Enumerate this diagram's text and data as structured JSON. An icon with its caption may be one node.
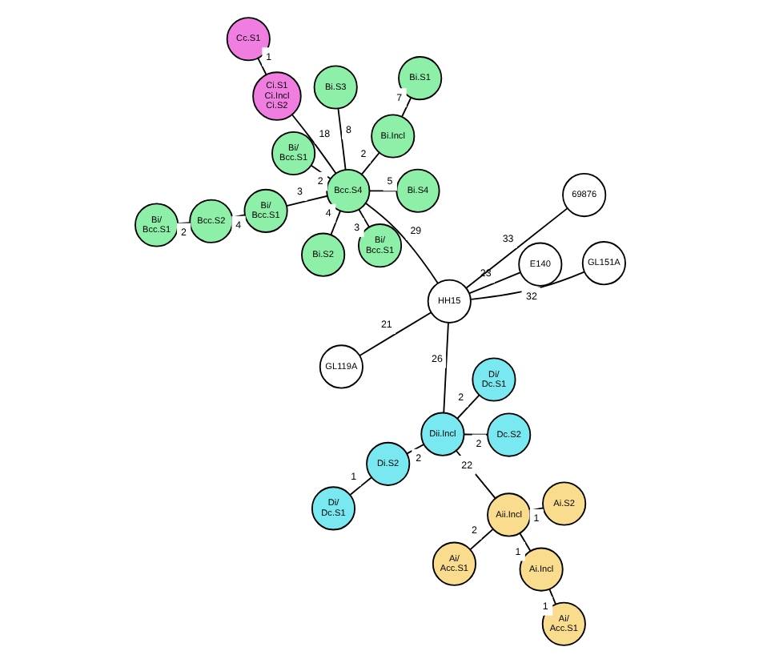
{
  "diagram": {
    "nodes": [
      {
        "text": [
          "Ai/ Acc.S1"
        ]
      },
      {
        "text": [
          "Ai.Incl"
        ]
      },
      {
        "text": [
          "Ai/ Acc.S1"
        ]
      },
      {
        "text": [
          "Aii.Incl"
        ]
      },
      {
        "text": [
          "Ai.S2"
        ]
      },
      {
        "text": [
          "Di/ Dc.S1"
        ]
      },
      {
        "text": [
          "Di.S2"
        ]
      },
      {
        "text": [
          "Di/ Dc.S1"
        ]
      },
      {
        "text": [
          "Dii.Incl"
        ]
      },
      {
        "text": [
          "Dc.S2"
        ]
      },
      {
        "text": [
          "Cc.S1"
        ]
      },
      {
        "text": [
          "Ci.S1",
          "Ci.Incl",
          "Ci.S2"
        ]
      },
      {
        "text": [
          "E140"
        ]
      },
      {
        "text": [
          "HH15"
        ]
      },
      {
        "text": [
          "69876"
        ]
      },
      {
        "text": [
          "Bi/ Bcc.S1"
        ]
      },
      {
        "text": [
          "Bcc.S2"
        ]
      },
      {
        "text": [
          "Bi/ Bcc.S1"
        ]
      },
      {
        "text": [
          "Bi/ Bcc.S1"
        ]
      },
      {
        "text": [
          "Bcc.S4"
        ]
      },
      {
        "text": [
          "Bi/ Bcc.S1"
        ]
      },
      {
        "text": [
          "GL119A"
        ]
      },
      {
        "text": [
          "Bi.S4"
        ]
      },
      {
        "text": [
          "Bi.Incl"
        ]
      },
      {
        "text": [
          "Bi.S3"
        ]
      },
      {
        "text": [
          "Bi.S2"
        ]
      },
      {
        "text": [
          "GL151A"
        ]
      },
      {
        "text": [
          "Bi.S1"
        ]
      }
    ],
    "edges": [
      {
        "from": 2,
        "to": 1,
        "arrow": "none",
        "label": "1"
      },
      {
        "from": 1,
        "to": 3,
        "arrow": "none",
        "label": "1"
      },
      {
        "from": 0,
        "to": 3,
        "arrow": "none",
        "label": "2"
      },
      {
        "from": 3,
        "to": 4,
        "arrow": "none",
        "label": "1"
      },
      {
        "from": 3,
        "to": 8,
        "arrow": "none",
        "label": "22"
      },
      {
        "from": 5,
        "to": 6,
        "arrow": "none",
        "label": "1"
      },
      {
        "from": 6,
        "to": 8,
        "arrow": "none",
        "label": "2"
      },
      {
        "from": 7,
        "to": 8,
        "arrow": "none",
        "label": "2"
      },
      {
        "from": 8,
        "to": 9,
        "arrow": "none",
        "label": "2"
      },
      {
        "from": 8,
        "to": 13,
        "arrow": "none",
        "label": "26"
      },
      {
        "from": 10,
        "to": 11,
        "arrow": "none",
        "label": "1"
      },
      {
        "from": 11,
        "to": 19,
        "arrow": "none",
        "label": "18"
      },
      {
        "from": 12,
        "to": 13,
        "arrow": "none",
        "label": "23"
      },
      {
        "from": 14,
        "to": 13,
        "arrow": "none",
        "label": "33"
      },
      {
        "from": 13,
        "to": 19,
        "arrow": "none",
        "label": "29"
      },
      {
        "from": 13,
        "to": 21,
        "arrow": "none",
        "label": "21"
      },
      {
        "from": 13,
        "to": 26,
        "arrow": "none",
        "label": "32"
      },
      {
        "from": 15,
        "to": 19,
        "arrow": "none",
        "label": "3"
      },
      {
        "from": 19,
        "to": 17,
        "arrow": "none",
        "label": "3"
      },
      {
        "from": 17,
        "to": 16,
        "arrow": "none",
        "label": "4"
      },
      {
        "from": 16,
        "to": 20,
        "arrow": "none",
        "label": "2"
      },
      {
        "from": 18,
        "to": 19,
        "arrow": "none",
        "label": "2"
      },
      {
        "from": 19,
        "to": 22,
        "arrow": "none",
        "label": "5"
      },
      {
        "from": 19,
        "to": 25,
        "arrow": "none",
        "label": "4"
      },
      {
        "from": 19,
        "to": 23,
        "arrow": "none",
        "label": "2"
      },
      {
        "from": 19,
        "to": 24,
        "arrow": "none",
        "label": "8"
      },
      {
        "from": 23,
        "to": 27,
        "arrow": "none",
        "label": "7"
      }
    ]
  }
}
